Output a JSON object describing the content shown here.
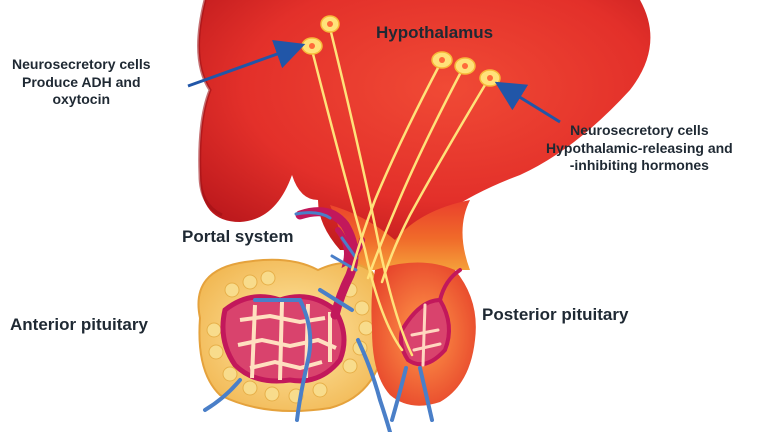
{
  "labels": {
    "hypothalamus": "Hypothalamus",
    "neuro_left": [
      "Neurosecretory cells",
      "Produce ADH and",
      "oxytocin"
    ],
    "neuro_right": [
      "Neurosecretory cells",
      "Hypothalamic-releasing and",
      "-inhibiting hormones"
    ],
    "portal_system": "Portal system",
    "anterior_pituitary": "Anterior pituitary",
    "posterior_pituitary": "Posterior pituitary"
  },
  "colors": {
    "tissue_red": "#e8392c",
    "tissue_dark": "#b8161b",
    "tissue_orange": "#f28a2a",
    "gland_yellow": "#f6d27a",
    "vessel_pink": "#c2185b",
    "vessel_blue": "#4a7fc8",
    "axon_yellow": "#ffe27a",
    "arrow_blue": "#2156a8"
  }
}
